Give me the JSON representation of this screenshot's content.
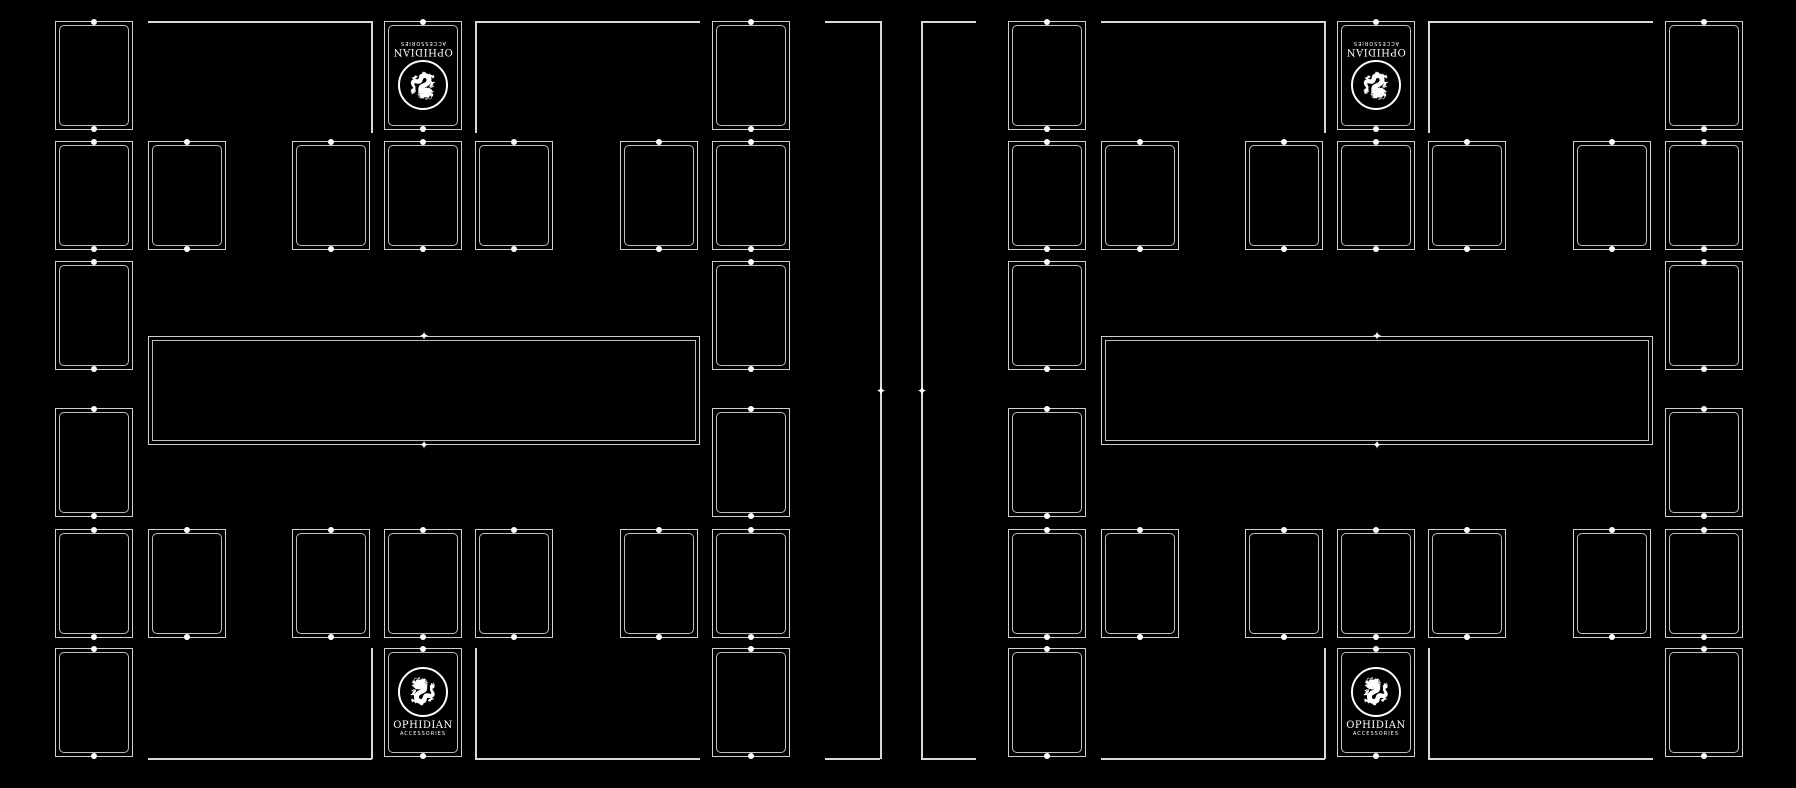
{
  "playmat": {
    "halves": [
      "left-player",
      "right-player"
    ],
    "line_color": "#d8d8d8",
    "background": "#000000"
  },
  "logo": {
    "brand": "OPHIDIAN",
    "sub": "ACCESSORIES",
    "emblem": "dragon-icon"
  }
}
